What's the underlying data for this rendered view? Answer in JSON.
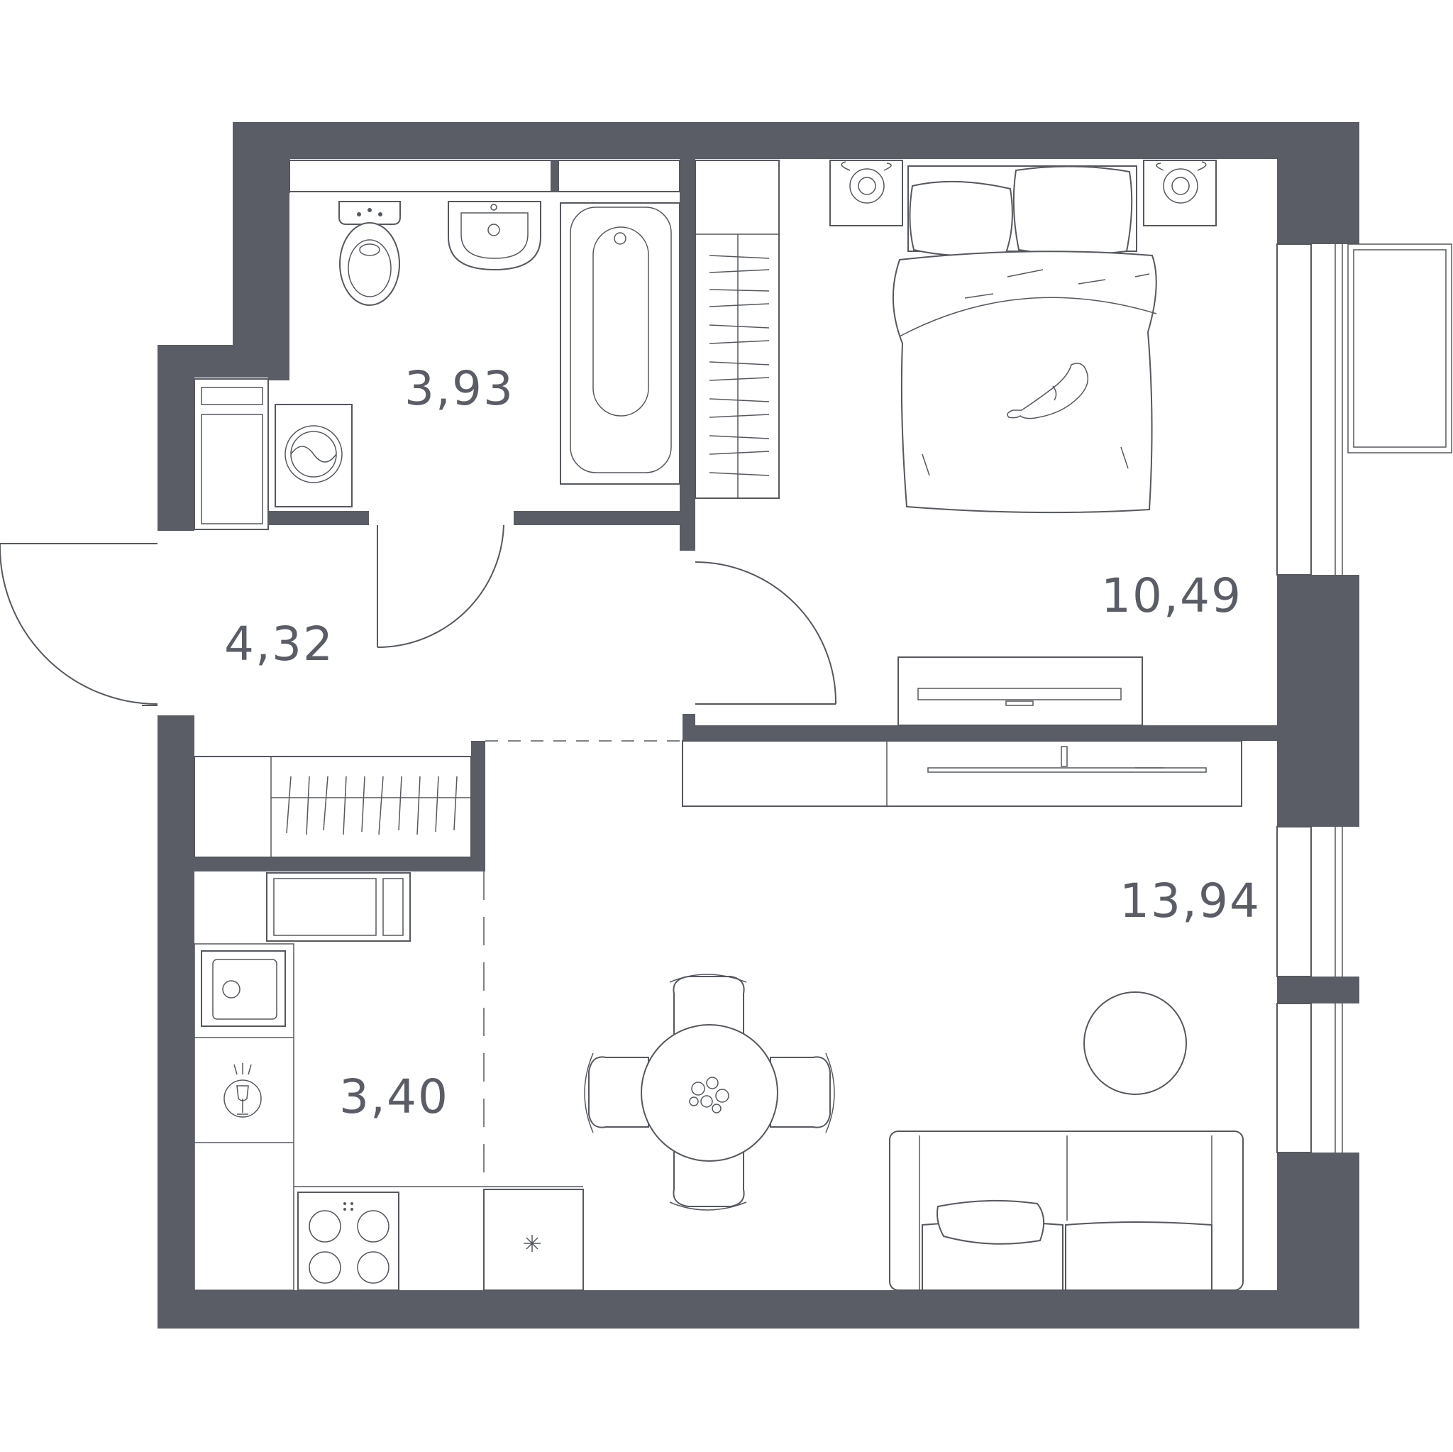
{
  "rooms": {
    "bathroom": {
      "area": "3,93"
    },
    "hallway": {
      "area": "4,32"
    },
    "bedroom": {
      "area": "10,49"
    },
    "living": {
      "area": "13,94"
    },
    "kitchen": {
      "area": "3,40"
    }
  },
  "colors": {
    "wall": "#5a5d66",
    "line": "#55585f",
    "background": "#ffffff"
  },
  "icons": {
    "toilet": "toilet-icon",
    "sink": "sink-icon",
    "bathtub": "bathtub-icon",
    "washing_machine": "washing-machine-icon",
    "bed": "bed-icon",
    "cat": "cat-icon",
    "tv": "tv-icon",
    "dining_table": "dining-table-icon",
    "sofa": "sofa-icon",
    "stove": "stove-icon"
  }
}
